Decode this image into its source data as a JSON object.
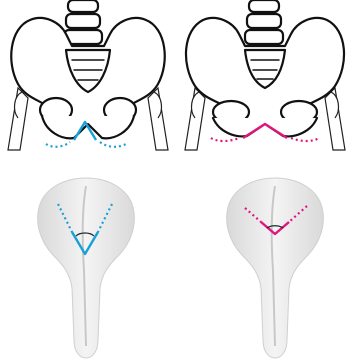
{
  "diagram": {
    "panels": [
      {
        "id": "pelvis-narrow",
        "kind": "pelvis",
        "accent": "#1aa0d8"
      },
      {
        "id": "pelvis-wide",
        "kind": "pelvis",
        "accent": "#e0157d"
      },
      {
        "id": "saddle-narrow",
        "kind": "saddle",
        "accent": "#1aa0d8"
      },
      {
        "id": "saddle-wide",
        "kind": "saddle",
        "accent": "#e0157d"
      }
    ],
    "colors": {
      "narrow": "#1aa0d8",
      "wide": "#e0157d",
      "saddle_fill": "#ececec",
      "saddle_shade": "#d6d6d6"
    }
  }
}
